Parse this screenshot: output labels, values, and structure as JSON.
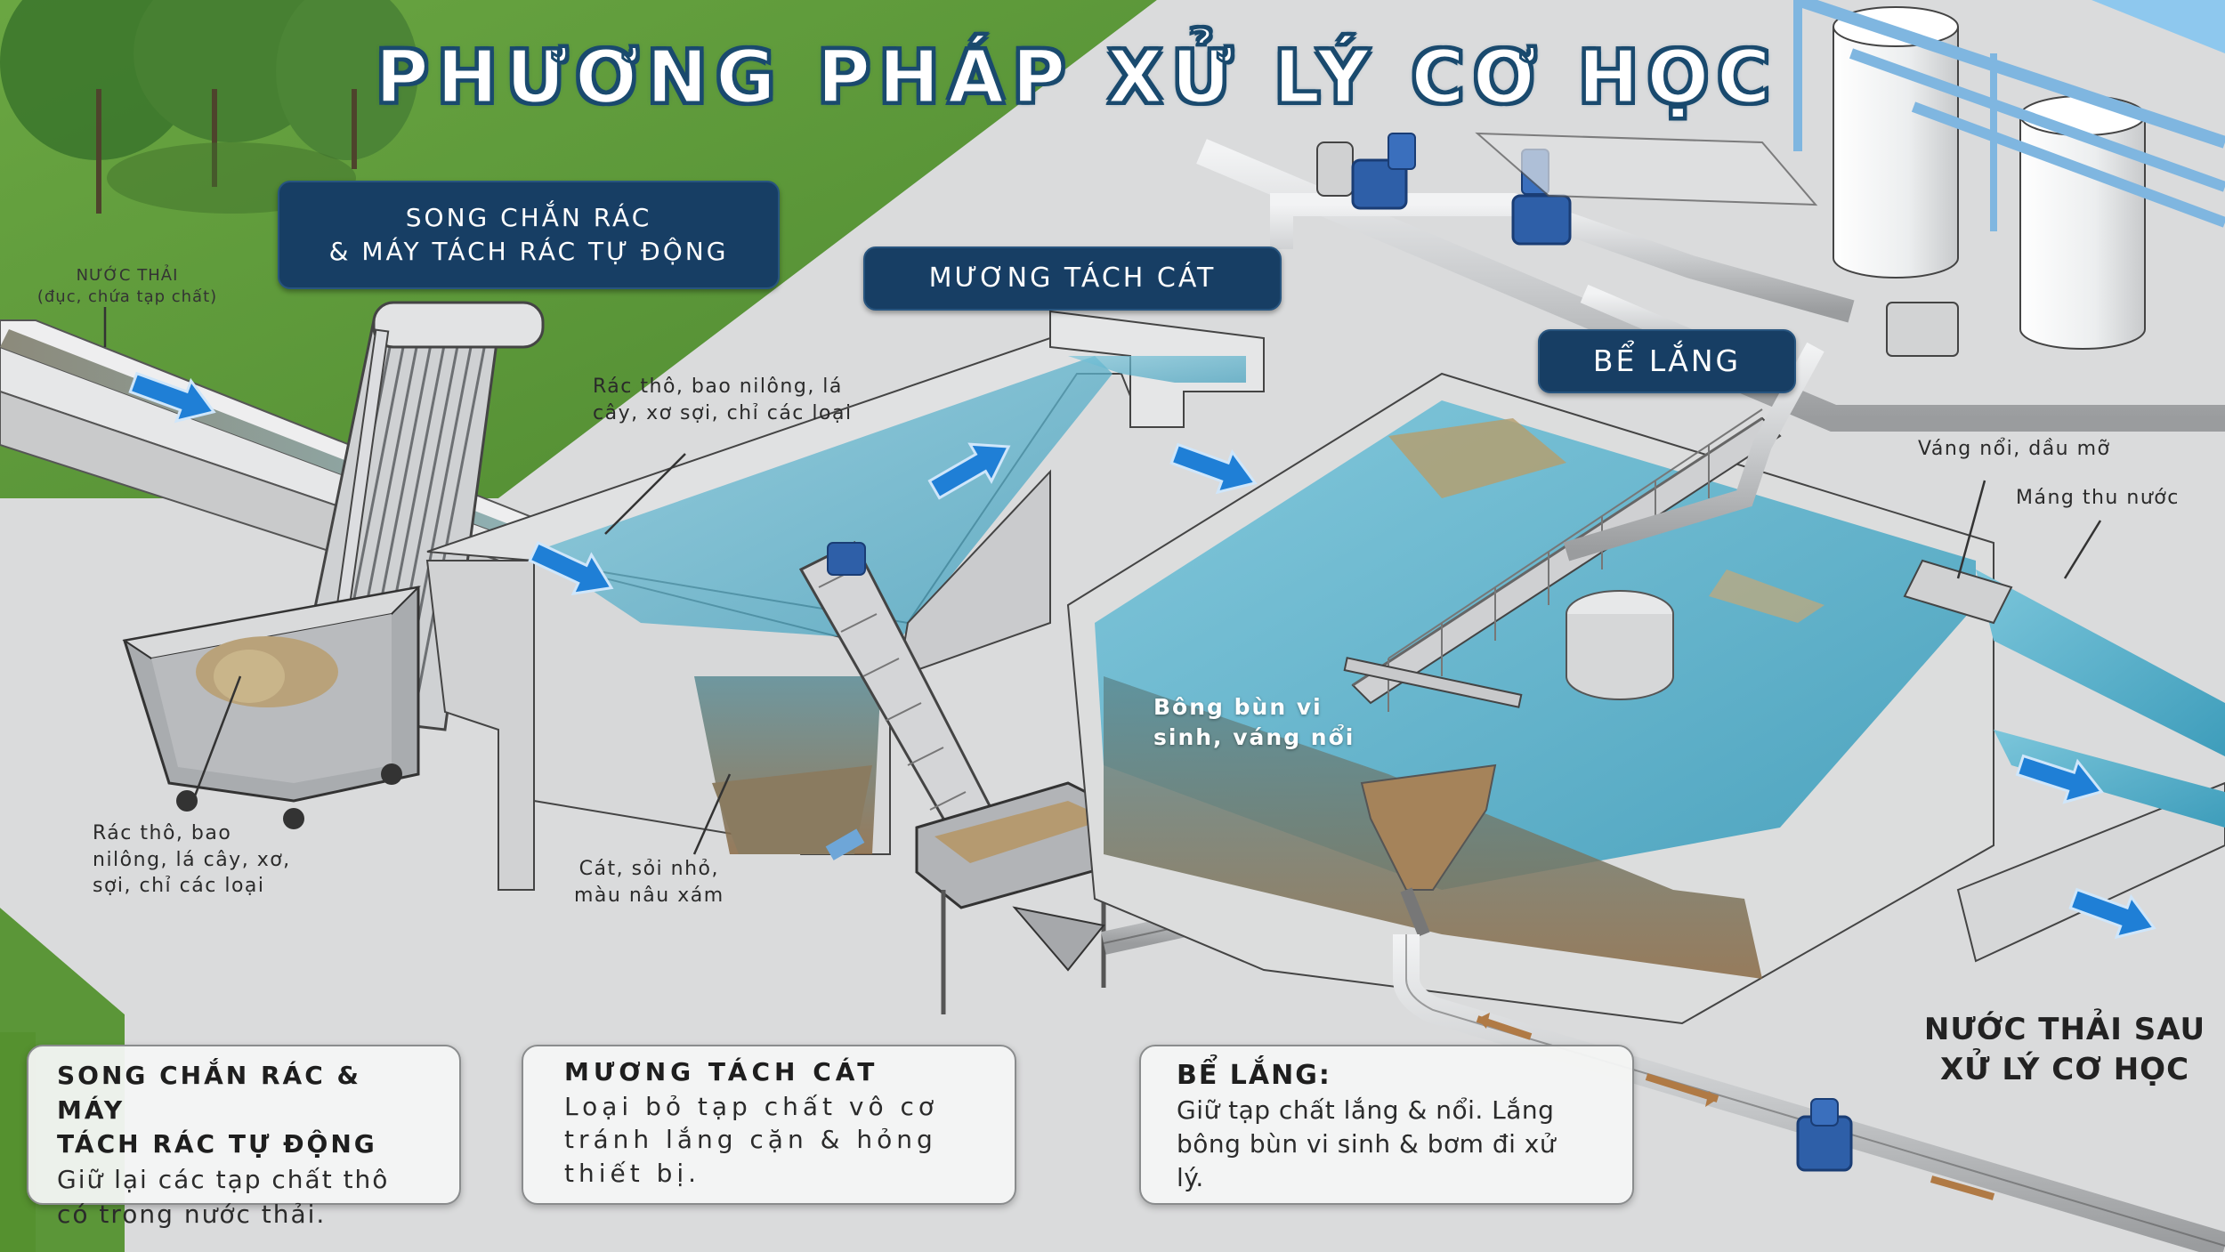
{
  "title": "PHƯƠNG PHÁP XỬ LÝ CƠ HỌC",
  "colors": {
    "tag_navy": "#173e64",
    "title_stroke": "#1a4a6e",
    "grass": "#5d9a3c",
    "concrete": "#d3d5d6",
    "water": "#5fb6cf",
    "flow_arrow": "#1f7fd6",
    "sludge_arrow": "#b07a45",
    "pump_blue": "#2e5fa8"
  },
  "section_tags": [
    {
      "id": "screen",
      "lines": [
        "SONG CHẮN RÁC",
        "& MÁY TÁCH RÁC TỰ ĐỘNG"
      ]
    },
    {
      "id": "grit",
      "lines": [
        "MƯƠNG TÁCH CÁT"
      ]
    },
    {
      "id": "settling",
      "lines": [
        "BỂ LẮNG"
      ]
    }
  ],
  "annotations": {
    "inflow": [
      "NƯỚC THẢI",
      "(đục, chứa tạp chất)"
    ],
    "screen_debris": [
      "Rác thô, bao nilông, lá",
      "cây, xơ sợi, chỉ các loại"
    ],
    "bin_debris": [
      "Rác thô, bao",
      "nilông, lá cây, xơ,",
      "sợi, chỉ các loại"
    ],
    "grit": [
      "Cát, sỏi nhỏ,",
      "màu nâu xám"
    ],
    "sludge": [
      "Bông bùn vi",
      "sinh, váng nổi"
    ],
    "scum": [
      "Váng nổi, dầu mỡ"
    ],
    "weir": [
      "Máng thu nước"
    ]
  },
  "cards": [
    {
      "id": "screen-card",
      "title_lines": [
        "SONG CHẮN RÁC & MÁY",
        "TÁCH RÁC TỰ ĐỘNG"
      ],
      "body_lines": [
        "Giữ lại các tạp chất thô",
        "có trong nước thải."
      ]
    },
    {
      "id": "grit-card",
      "title_lines": [
        "MƯƠNG TÁCH CÁT"
      ],
      "body_lines": [
        "Loại bỏ tạp chất vô cơ",
        "tránh lắng cặn & hỏng",
        "thiết bị."
      ]
    },
    {
      "id": "settling-card",
      "title_lines": [
        "BỂ LẮNG:"
      ],
      "body_lines": [
        "Giữ tạp chất lắng & nổi. Lắng",
        "bông bùn vi sinh & bơm đi xử",
        "lý."
      ]
    }
  ],
  "outflow": [
    "NƯỚC THẢI SAU",
    "XỬ LÝ CƠ HỌC"
  ]
}
